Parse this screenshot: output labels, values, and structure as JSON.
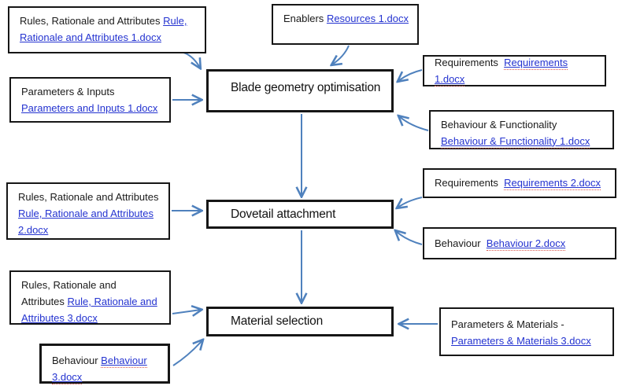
{
  "colors": {
    "arrow": "#4f81bd",
    "link": "#2433d0",
    "border": "#161616"
  },
  "nodes": {
    "rules1": {
      "label": "Rules, Rationale and Attributes",
      "link": "Rule, Rationale and Attributes 1.docx"
    },
    "enablers1": {
      "label": "Enablers",
      "link": "Resources 1.docx"
    },
    "params1": {
      "label": "Parameters & Inputs",
      "link": "Parameters and Inputs 1.docx"
    },
    "blade": {
      "label": "Blade geometry optimisation"
    },
    "req1": {
      "label": "Requirements",
      "link": "Requirements 1.docx"
    },
    "behfunc1": {
      "label": "Behaviour & Functionality",
      "link": "Behaviour & Functionality 1.docx"
    },
    "rules2": {
      "label": "Rules, Rationale and Attributes",
      "link": "Rule, Rationale and Attributes 2.docx"
    },
    "dovetail": {
      "label": "Dovetail attachment"
    },
    "req2": {
      "label": "Requirements",
      "link": "Requirements 2.docx"
    },
    "beh2": {
      "label": "Behaviour",
      "link": "Behaviour 2.docx"
    },
    "rules3": {
      "label": "Rules, Rationale and Attributes",
      "link": "Rule, Rationale and Attributes 3.docx"
    },
    "material": {
      "label": "Material selection"
    },
    "beh3": {
      "label": "Behaviour",
      "link": "Behaviour 3.docx"
    },
    "parammat3": {
      "label": "Parameters & Materials -",
      "link": "Parameters & Materials 3.docx"
    }
  },
  "edges": [
    {
      "from": "rules1",
      "to": "blade"
    },
    {
      "from": "enablers1",
      "to": "blade"
    },
    {
      "from": "params1",
      "to": "blade"
    },
    {
      "from": "req1",
      "to": "blade"
    },
    {
      "from": "behfunc1",
      "to": "blade"
    },
    {
      "from": "blade",
      "to": "dovetail"
    },
    {
      "from": "rules2",
      "to": "dovetail"
    },
    {
      "from": "req2",
      "to": "dovetail"
    },
    {
      "from": "beh2",
      "to": "dovetail"
    },
    {
      "from": "dovetail",
      "to": "material"
    },
    {
      "from": "rules3",
      "to": "material"
    },
    {
      "from": "beh3",
      "to": "material"
    },
    {
      "from": "parammat3",
      "to": "material"
    }
  ]
}
